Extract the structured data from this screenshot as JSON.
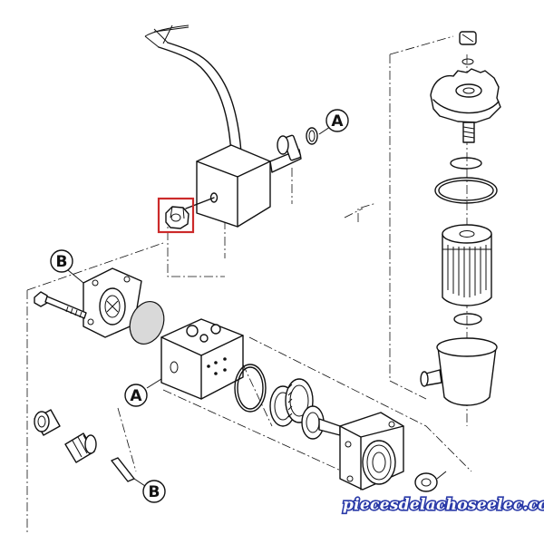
{
  "callouts": {
    "a_top": "A",
    "b_left": "B",
    "a_lower": "A",
    "b_bottom": "B"
  },
  "watermark": "piecesdelachoseelec.com",
  "colors": {
    "highlight": "#cc2a2a",
    "line": "#111111",
    "watermark": "#2a3aa8"
  },
  "highlighted_part": "nut"
}
